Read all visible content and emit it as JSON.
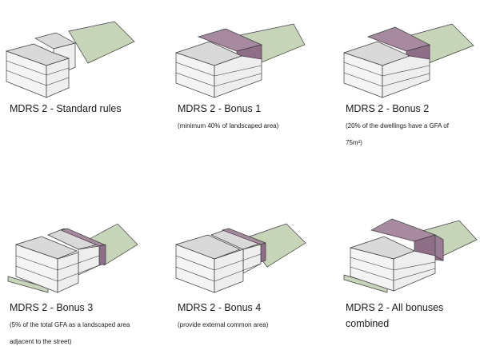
{
  "colors": {
    "site": "#c6d4b8",
    "building": "#d9d9d9",
    "bonus": "#a88aa0",
    "edge": "#3a3a3a"
  },
  "panels": [
    {
      "title": "MDRS 2 - Standard rules",
      "note": ""
    },
    {
      "title": "MDRS 2 - Bonus 1",
      "note": "(minimum 40% of landscaped area)"
    },
    {
      "title": "MDRS 2 - Bonus 2",
      "note": "(20% of the dwellings have a GFA of 75m²)"
    },
    {
      "title": "MDRS 2 - Bonus 3",
      "note": "(5% of the total GFA as a landscaped area adjacent to the street)"
    },
    {
      "title": "MDRS 2 - Bonus 4",
      "note": "(provide external common area)"
    },
    {
      "title": "MDRS 2 - All bonuses combined",
      "note": ""
    }
  ]
}
